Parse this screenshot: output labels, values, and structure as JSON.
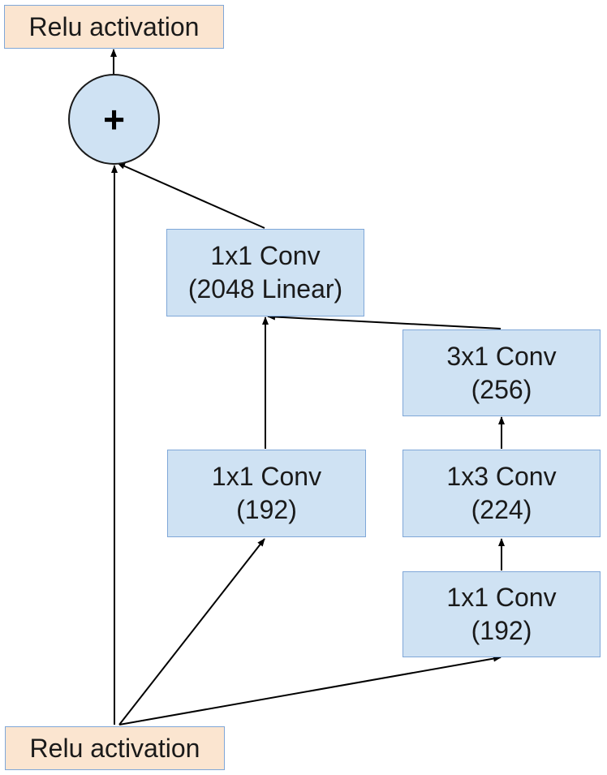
{
  "output": {
    "label": "Relu activation"
  },
  "input": {
    "label": "Relu activation"
  },
  "add_node": {
    "symbol": "+"
  },
  "boxes": {
    "conv_linear": {
      "line1": "1x1 Conv",
      "line2": "(2048 Linear)"
    },
    "conv_192_left": {
      "line1": "1x1 Conv",
      "line2": "(192)"
    },
    "conv_3x1": {
      "line1": "3x1 Conv",
      "line2": "(256)"
    },
    "conv_1x3": {
      "line1": "1x3 Conv",
      "line2": "(224)"
    },
    "conv_192_right": {
      "line1": "1x1 Conv",
      "line2": "(192)"
    }
  },
  "colors": {
    "box_fill": "#cfe2f3",
    "box_border": "#7fa7d8",
    "relu_fill": "#fbe5d0",
    "arrow": "#000000"
  }
}
